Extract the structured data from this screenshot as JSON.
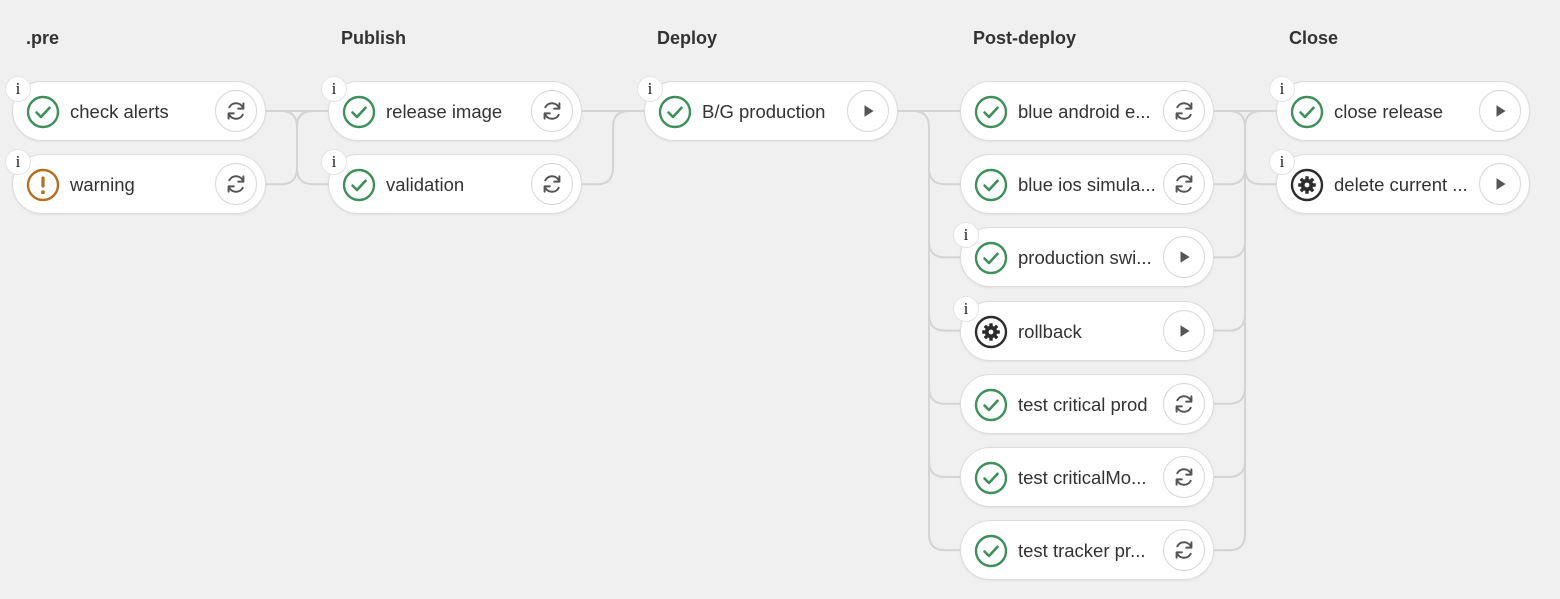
{
  "colors": {
    "success": "#3e8f5a",
    "warning": "#b5701f",
    "manual": "#2c2c2c",
    "connector": "#d4d4d4",
    "background": "#f0f0f0"
  },
  "stages": [
    {
      "name": ".pre",
      "jobs": [
        {
          "name": "check alerts",
          "status": "success",
          "status_icon": "check-circle-icon",
          "action": "retry",
          "action_icon": "retry-icon",
          "info": "i"
        },
        {
          "name": "warning",
          "status": "warning",
          "status_icon": "warning-circle-icon",
          "action": "retry",
          "action_icon": "retry-icon",
          "info": "i"
        }
      ]
    },
    {
      "name": "Publish",
      "jobs": [
        {
          "name": "release image",
          "status": "success",
          "status_icon": "check-circle-icon",
          "action": "retry",
          "action_icon": "retry-icon",
          "info": "i"
        },
        {
          "name": "validation",
          "status": "success",
          "status_icon": "check-circle-icon",
          "action": "retry",
          "action_icon": "retry-icon",
          "info": "i"
        }
      ]
    },
    {
      "name": "Deploy",
      "jobs": [
        {
          "name": "B/G production",
          "status": "success",
          "status_icon": "check-circle-icon",
          "action": "play",
          "action_icon": "play-icon",
          "info": "i"
        }
      ]
    },
    {
      "name": "Post-deploy",
      "jobs": [
        {
          "name": "blue android e...",
          "status": "success",
          "status_icon": "check-circle-icon",
          "action": "retry",
          "action_icon": "retry-icon",
          "info": ""
        },
        {
          "name": "blue ios simula...",
          "status": "success",
          "status_icon": "check-circle-icon",
          "action": "retry",
          "action_icon": "retry-icon",
          "info": ""
        },
        {
          "name": "production swi...",
          "status": "success",
          "status_icon": "check-circle-icon",
          "action": "play",
          "action_icon": "play-icon",
          "info": "i"
        },
        {
          "name": "rollback",
          "status": "manual",
          "status_icon": "gear-circle-icon",
          "action": "play",
          "action_icon": "play-icon",
          "info": "i"
        },
        {
          "name": "test critical prod",
          "status": "success",
          "status_icon": "check-circle-icon",
          "action": "retry",
          "action_icon": "retry-icon",
          "info": ""
        },
        {
          "name": "test criticalMo...",
          "status": "success",
          "status_icon": "check-circle-icon",
          "action": "retry",
          "action_icon": "retry-icon",
          "info": ""
        },
        {
          "name": "test tracker pr...",
          "status": "success",
          "status_icon": "check-circle-icon",
          "action": "retry",
          "action_icon": "retry-icon",
          "info": ""
        }
      ]
    },
    {
      "name": "Close",
      "jobs": [
        {
          "name": "close release",
          "status": "success",
          "status_icon": "check-circle-icon",
          "action": "play",
          "action_icon": "play-icon",
          "info": "i"
        },
        {
          "name": "delete current ...",
          "status": "manual",
          "status_icon": "gear-circle-icon",
          "action": "play",
          "action_icon": "play-icon",
          "info": "i"
        }
      ]
    }
  ]
}
